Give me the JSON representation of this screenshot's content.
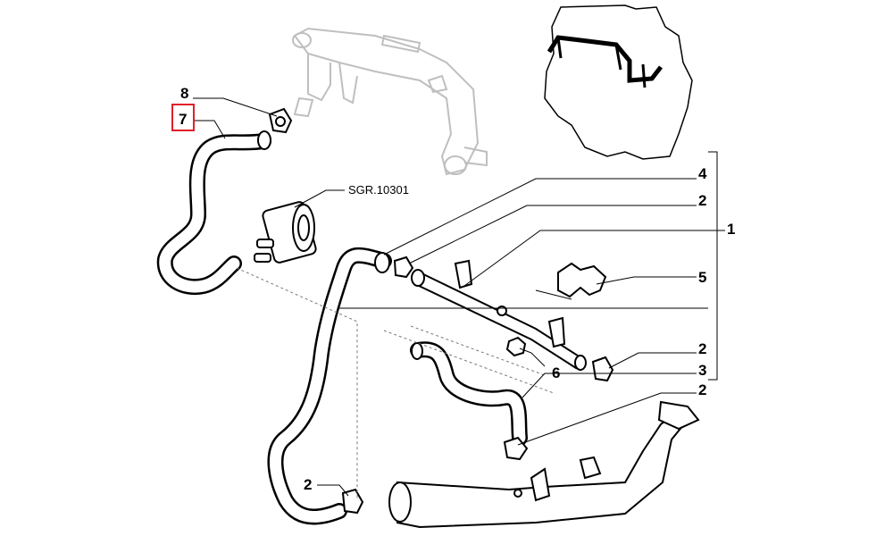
{
  "diagram": {
    "callouts": [
      {
        "id": "c8",
        "text": "8"
      },
      {
        "id": "c7",
        "text": "7",
        "highlighted": true
      },
      {
        "id": "c4",
        "text": "4"
      },
      {
        "id": "c2a",
        "text": "2"
      },
      {
        "id": "c1",
        "text": "1"
      },
      {
        "id": "c5",
        "text": "5"
      },
      {
        "id": "c2b",
        "text": "2"
      },
      {
        "id": "c3",
        "text": "3"
      },
      {
        "id": "c2c",
        "text": "2"
      },
      {
        "id": "c6",
        "text": "6"
      },
      {
        "id": "c2d",
        "text": "2"
      }
    ],
    "reference_label": "SGR.10301",
    "highlight_color": "#e0202a"
  }
}
